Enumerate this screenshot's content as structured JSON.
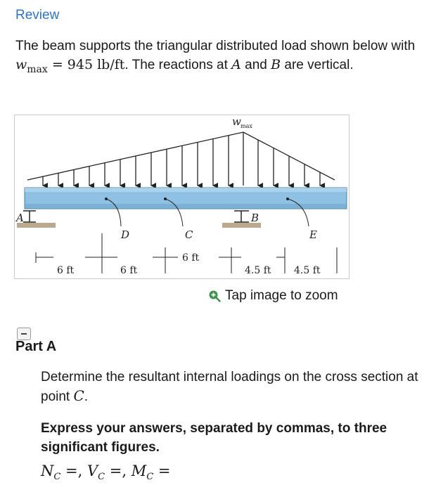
{
  "header": {
    "review_link": "Review"
  },
  "problem": {
    "text_1": "The beam supports the triangular distributed load shown below with ",
    "w_max_symbol": "w",
    "w_max_sub": "max",
    "w_max_value": " = 945 lb/ft",
    "text_2": ". The reactions at ",
    "point_a": "A",
    "text_3": " and ",
    "point_b": "B",
    "text_4": " are vertical."
  },
  "figure": {
    "load_label": "w",
    "load_label_sub": "max",
    "support_a": "A",
    "support_b": "B",
    "point_d": "D",
    "point_c": "C",
    "point_e": "E",
    "dims": [
      "6 ft",
      "6 ft",
      "6 ft",
      "4.5 ft",
      "4.5 ft"
    ],
    "zoom_label": "Tap image to zoom",
    "colors": {
      "beam": "#8fc1e4",
      "beam_edge": "#4a7a9c",
      "ground": "#b9a98f"
    }
  },
  "part_a": {
    "title": "Part A",
    "question_text": "Determine the resultant internal loadings on the cross section at point ",
    "question_point": "C",
    "question_end": ".",
    "instructions": "Express your answers, separated by commas, to three significant figures.",
    "answer": {
      "n": "N",
      "n_sub": "C",
      "v": "V",
      "v_sub": "C",
      "m": "M",
      "m_sub": "C",
      "eq": " =, ",
      "eq_end": " ="
    }
  }
}
